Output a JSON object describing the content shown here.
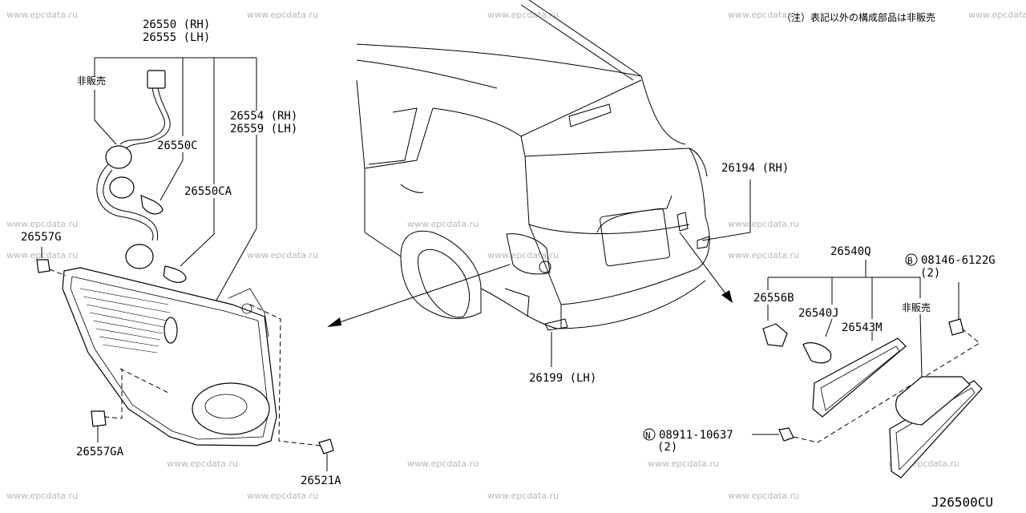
{
  "note": "（注）表記以外の構成部品は非販売",
  "diagram_code": "J26500CU",
  "watermark": "www.epcdata.ru",
  "not_sold": "非販売",
  "labels": {
    "p26550": "26550 (RH)",
    "p26555": "26555 (LH)",
    "p26554": "26554 (RH)",
    "p26559": "26559 (LH)",
    "p26550c": "26550C",
    "p26550ca": "26550CA",
    "p26557g": "26557G",
    "p26557ga": "26557GA",
    "p26521a": "26521A",
    "p26199": "26199 (LH)",
    "p26194": "26194 (RH)",
    "p26540q": "26540Q",
    "p26556b": "26556B",
    "p26540j": "26540J",
    "p26543m": "26543M",
    "bolt_code": "08146-6122G",
    "bolt_qty": "(2)",
    "bolt_mark": "B",
    "nut_code": "08911-10637",
    "nut_qty": "(2)",
    "nut_mark": "N"
  }
}
